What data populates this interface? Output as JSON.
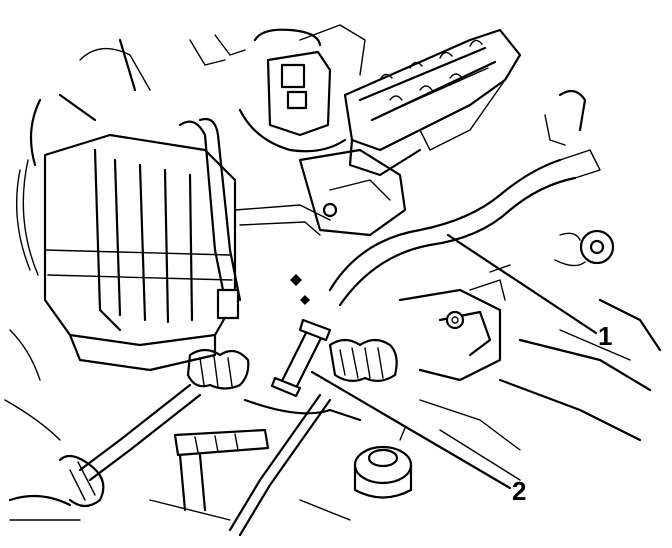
{
  "callouts": [
    {
      "label": "1",
      "part": "hose"
    },
    {
      "label": "2",
      "part": "clamp"
    }
  ],
  "colors": {
    "line": "#000000",
    "background": "#ffffff"
  }
}
